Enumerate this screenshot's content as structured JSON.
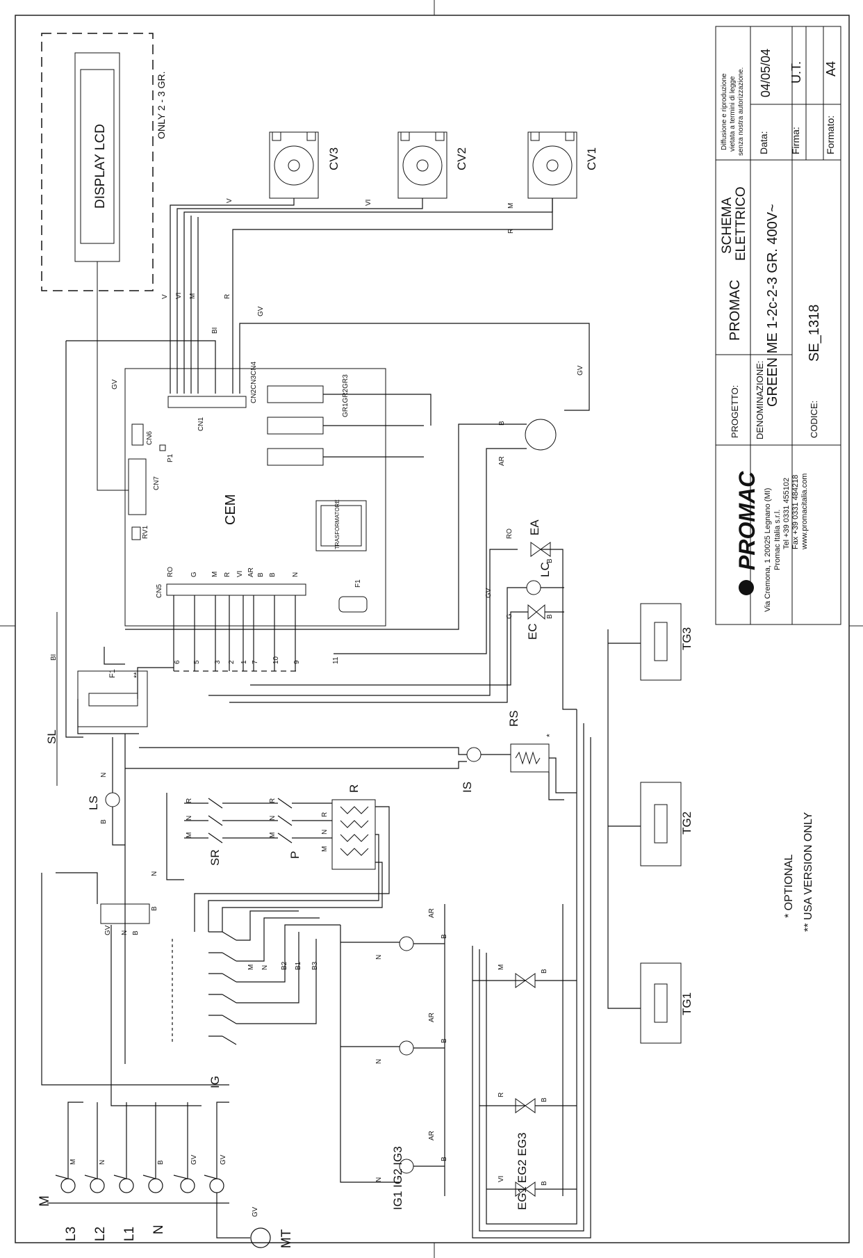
{
  "labels": {
    "display": "DISPLAY LCD",
    "only_grp": "ONLY 2 - 3 GR.",
    "cv1": "CV1",
    "cv2": "CV2",
    "cv3": "CV3",
    "cem": "CEM",
    "cn1": "CN1",
    "cn2_3_4": "CN2CN3CN4",
    "cn5": "CN5",
    "cn6": "CN6",
    "cn7": "CN7",
    "gr": "GR1GR2GR3",
    "p1": "P1",
    "rv1": "RV1",
    "f1_board": "F1",
    "transformer": "TRASFORMATORE",
    "ea": "EA",
    "lc": "LC",
    "ec": "EC",
    "tg1": "TG1",
    "tg2": "TG2",
    "tg3": "TG3",
    "f1_fuse": "F1",
    "fuse_note": "**",
    "sl": "SL",
    "ls": "LS",
    "is": "IS",
    "rs": "RS",
    "rs_note": "*",
    "sr": "SR",
    "p": "P",
    "r": "R",
    "ig": "IG",
    "ig_group": "IG1 IG2 IG3",
    "eg_group": "EG1 EG2 EG3",
    "m": "M",
    "l3": "L3",
    "l2": "L2",
    "l1": "L1",
    "n": "N",
    "mt": "MT",
    "optional": "* OPTIONAL",
    "usa": "** USA VERSION ONLY"
  },
  "wire_codes": {
    "v": "V",
    "vi": "VI",
    "m": "M",
    "r": "R",
    "bi": "BI",
    "gv": "GV",
    "b": "B",
    "ar": "AR",
    "ro": "RO",
    "g": "G",
    "n": "N",
    "b1": "B1",
    "b2": "B2",
    "b3": "B3"
  },
  "terminal_numbers": [
    "6",
    "5",
    "3",
    "2",
    "1",
    "7",
    "10",
    "9",
    "11"
  ],
  "title_block": {
    "logo": "PROMAC",
    "company_lines": [
      "Promac Italia s.r.l.",
      "Via Cremona, 1 20025 Legnano (MI)",
      "Tel +39 0331 455102",
      "Fax +39 0331 484218",
      "www.promacitalia.com"
    ],
    "progetto_label": "PROGETTO:",
    "progetto_value": "PROMAC",
    "schema": "SCHEMA",
    "elettrico": "ELETTRICO",
    "denominazione_label": "DENOMINAZIONE:",
    "denominazione_value": "GREEN ME 1-2c-2-3 GR.  400V~",
    "codice_label": "CODICE:",
    "codice_value": "SE_1318",
    "notice_lines": [
      "Diffusione e riproduzione",
      "vietata a termini di legge",
      "senza nostra autorizzazione."
    ],
    "data_label": "Data:",
    "data_value": "04/05/04",
    "firma_label": "Firma:",
    "firma_value": "U.T.",
    "formato_label": "Formato:",
    "formato_value": "A4"
  },
  "colors": {
    "line": "#111111",
    "frame": "#222222",
    "dashed": "#111111",
    "paper": "#ffffff"
  }
}
